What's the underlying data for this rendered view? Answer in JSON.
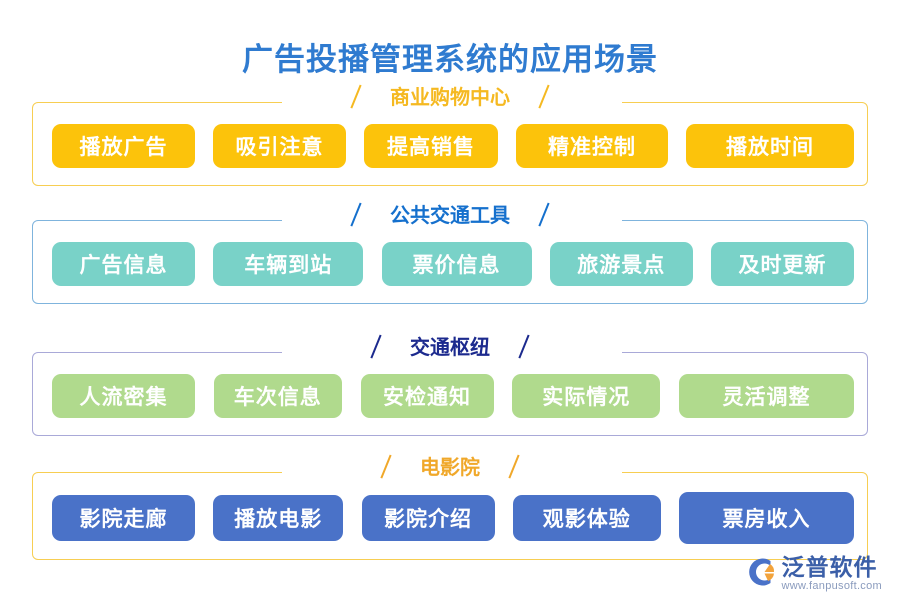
{
  "title": "广告投播管理系统的应用场景",
  "sections": [
    {
      "header": "商业购物中心",
      "theme": "amber",
      "tags": [
        "播放广告",
        "吸引注意",
        "提高销售",
        "精准控制",
        "播放时间"
      ]
    },
    {
      "header": "公共交通工具",
      "theme": "teal",
      "tags": [
        "广告信息",
        "车辆到站",
        "票价信息",
        "旅游景点",
        "及时更新"
      ]
    },
    {
      "header": "交通枢纽",
      "theme": "green",
      "tags": [
        "人流密集",
        "车次信息",
        "安检通知",
        "实际情况",
        "灵活调整"
      ]
    },
    {
      "header": "电影院",
      "theme": "blue",
      "tags": [
        "影院走廊",
        "播放电影",
        "影院介绍",
        "观影体验",
        "票房收入"
      ]
    }
  ],
  "logo": {
    "icon": "fanpu-swoosh-logo-icon",
    "name": "泛普软件",
    "url": "www.fanpusoft.com"
  },
  "colors": {
    "title": "#2f7bd0",
    "amber_tag": "#fcc30b",
    "amber_header": "#f5b921",
    "teal_tag": "#79d2c8",
    "teal_header": "#1570cd",
    "green_tag": "#b0da8d",
    "green_header": "#1c2a8e",
    "blue_tag": "#4a72c8",
    "blue_header": "#f0a82a",
    "logo_name": "#3b5fa8",
    "logo_url": "#8a9bbd",
    "background": "#ffffff"
  }
}
